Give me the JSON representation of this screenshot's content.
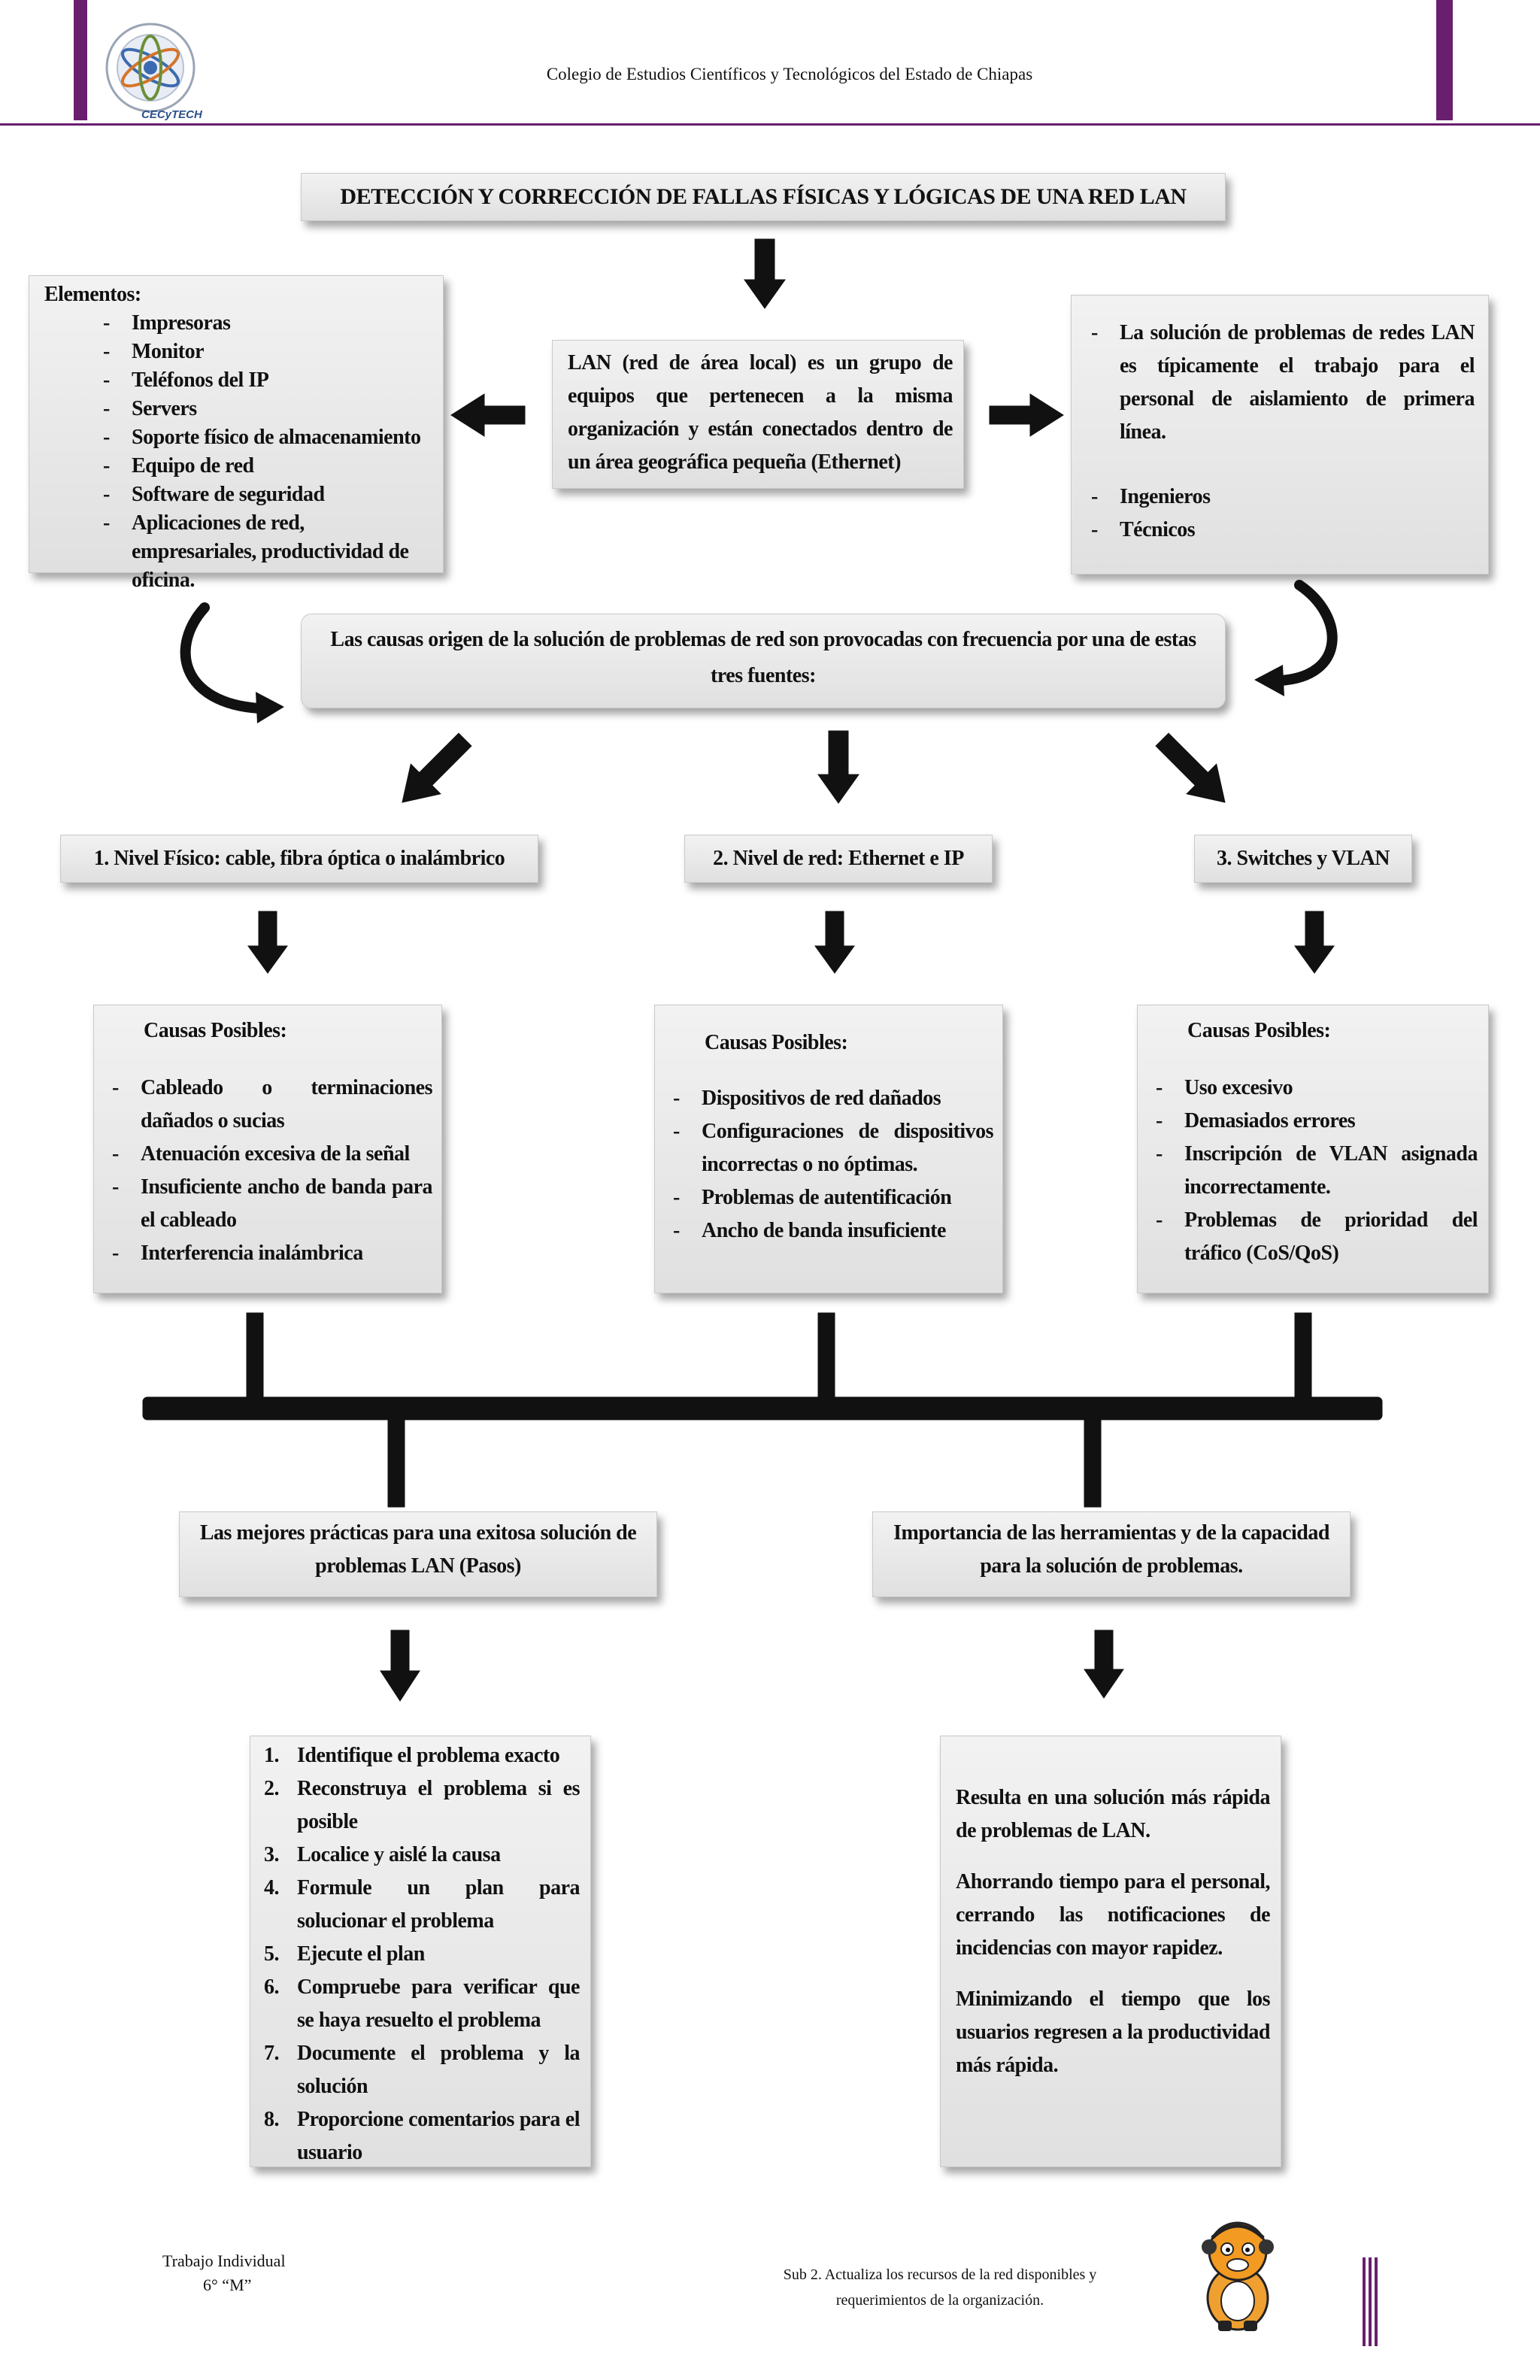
{
  "header": {
    "institution": "Colegio de Estudios Científicos y Tecnológicos del Estado de Chiapas",
    "logo_text": "CECyTECH",
    "accent_color": "#6a1f6e"
  },
  "diagram": {
    "title": "DETECCIÓN Y CORRECCIÓN DE FALLAS FÍSICAS Y LÓGICAS DE UNA RED LAN",
    "elements": {
      "heading": "Elementos:",
      "items": [
        "Impresoras",
        "Monitor",
        "Teléfonos del IP",
        "Servers",
        "Soporte físico de almacenamiento",
        "Equipo de red",
        "Software de seguridad",
        "Aplicaciones de red, empresariales, productividad de oficina."
      ]
    },
    "lan_definition": "LAN (red de área local) es un grupo de equipos que pertenecen a la misma organización y están conectados dentro de un área geográfica pequeña (Ethernet)",
    "solution": {
      "text": "La solución de problemas de redes LAN es típicamente el trabajo para el personal de aislamiento de primera línea.",
      "items": [
        "Ingenieros",
        "Técnicos"
      ]
    },
    "causes_origin": "Las causas origen de la solución de problemas de red son provocadas con frecuencia por una de estas tres fuentes:",
    "levels": [
      {
        "label": "1. Nivel Físico: cable, fibra óptica o inalámbrico",
        "causes_heading": "Causas Posibles:",
        "causes": [
          "Cableado o terminaciones dañados o sucias",
          "Atenuación excesiva de la señal",
          "Insuficiente ancho de banda para el cableado",
          "Interferencia inalámbrica"
        ]
      },
      {
        "label": "2. Nivel de red: Ethernet e IP",
        "causes_heading": "Causas Posibles:",
        "causes": [
          "Dispositivos de red dañados",
          "Configuraciones de dispositivos incorrectas o no óptimas.",
          "Problemas de autentificación",
          "Ancho de banda insuficiente"
        ]
      },
      {
        "label": "3. Switches y VLAN",
        "causes_heading": "Causas Posibles:",
        "causes": [
          "Uso excesivo",
          "Demasiados errores",
          "Inscripción de VLAN asignada incorrectamente.",
          "Problemas de prioridad del tráfico (CoS/QoS)"
        ]
      }
    ],
    "best_practices": {
      "title": "Las mejores prácticas para una exitosa solución de problemas LAN (Pasos)",
      "steps": [
        "Identifique el problema exacto",
        "Reconstruya el problema si es posible",
        "Localice y aislé la causa",
        "Formule un plan para solucionar el problema",
        "Ejecute el plan",
        "Compruebe para verificar que se haya resuelto el problema",
        "Documente el problema y la solución",
        "Proporcione comentarios para el usuario"
      ]
    },
    "tools": {
      "title": "Importancia de las herramientas y de la capacidad para la solución de problemas.",
      "paragraphs": [
        "Resulta en una solución más rápida de problemas de LAN.",
        "Ahorrando tiempo para el personal, cerrando las notificaciones de incidencias con mayor rapidez.",
        "Minimizando el tiempo que los usuarios regresen a la productividad más rápida."
      ]
    }
  },
  "footer": {
    "work_type": "Trabajo Individual",
    "group": "6° “M”",
    "subject_line1": "Sub 2. Actualiza los recursos de la red disponibles y",
    "subject_line2": "requerimientos de la organización."
  }
}
